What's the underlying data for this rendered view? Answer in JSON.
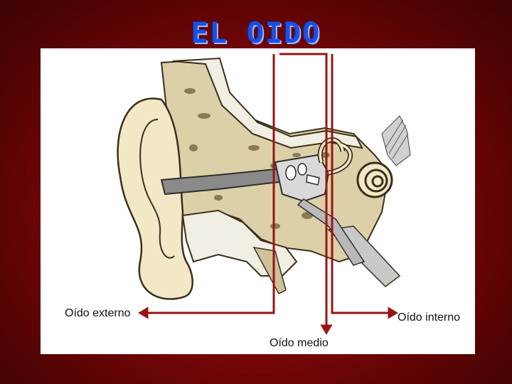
{
  "slide": {
    "title": "EL OIDO"
  },
  "diagram": {
    "labels": {
      "outer": "Oído externo",
      "middle": "Oído medio",
      "inner": "Oído interno"
    },
    "colors": {
      "background": "#8b0707",
      "title": "#1d4fe0",
      "pointer": "#9a1414",
      "bone": "#eae3c9",
      "skin": "#f2e8c6",
      "canal": "#8a8a8a"
    }
  }
}
